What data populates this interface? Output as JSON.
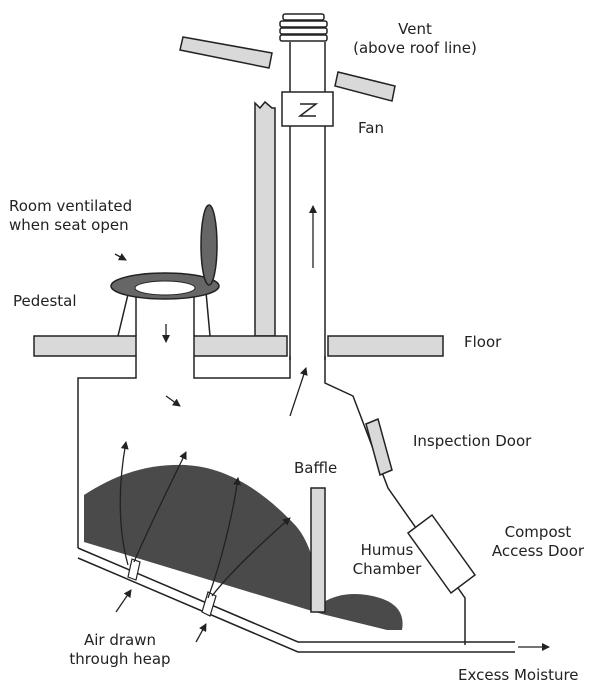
{
  "labels": {
    "vent": [
      "Vent",
      "(above roof line)"
    ],
    "fan": "Fan",
    "room_ventilated": [
      "Room ventilated",
      "when seat open"
    ],
    "pedestal": "Pedestal",
    "floor": "Floor",
    "inspection_door": "Inspection Door",
    "baffle": "Baffle",
    "compost_access_door": [
      "Compost",
      "Access Door"
    ],
    "humus_chamber": [
      "Humus",
      "Chamber"
    ],
    "air_drawn": [
      "Air drawn",
      "through heap"
    ],
    "excess_moisture": "Excess Moisture"
  },
  "colors": {
    "line": "#222222",
    "fill": "#d9d9d9",
    "compost": "#4a4a4a",
    "seat": "#666666",
    "text": "#222222"
  }
}
